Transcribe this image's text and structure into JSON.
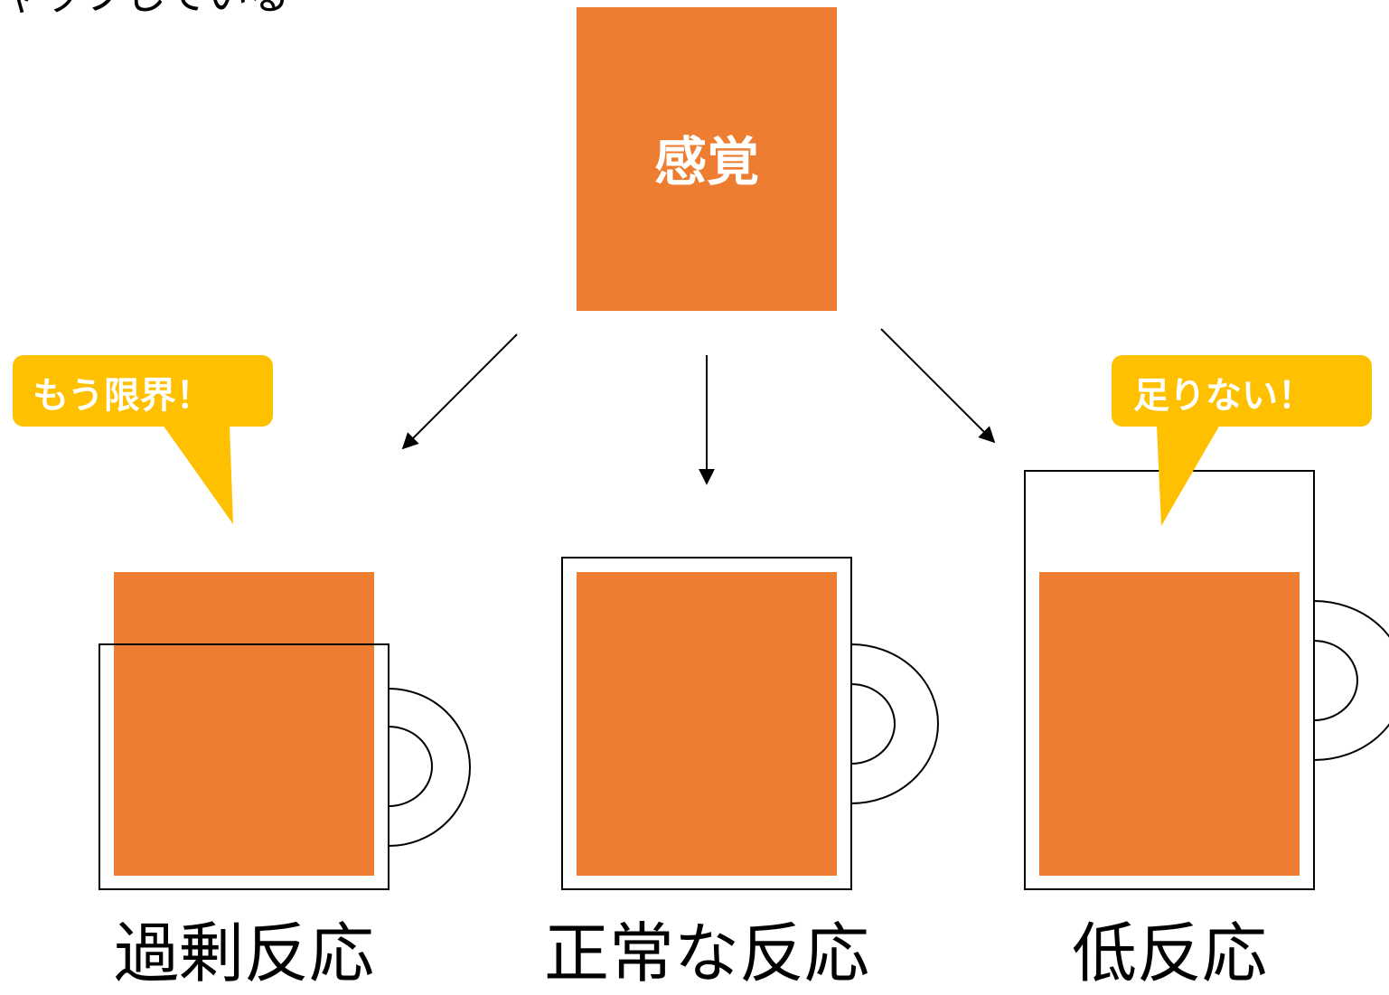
{
  "top_fragment": "ャップしている",
  "source": {
    "label": "感覚"
  },
  "cups": [
    {
      "label": "過剰反応"
    },
    {
      "label": "正常な反応"
    },
    {
      "label": "低反応"
    }
  ],
  "bubbles": [
    {
      "text": "もう限界！"
    },
    {
      "text": "足りない！"
    }
  ],
  "colors": {
    "fill": "#ED7D31",
    "bubble": "#FFC000",
    "outline": "#000000"
  }
}
